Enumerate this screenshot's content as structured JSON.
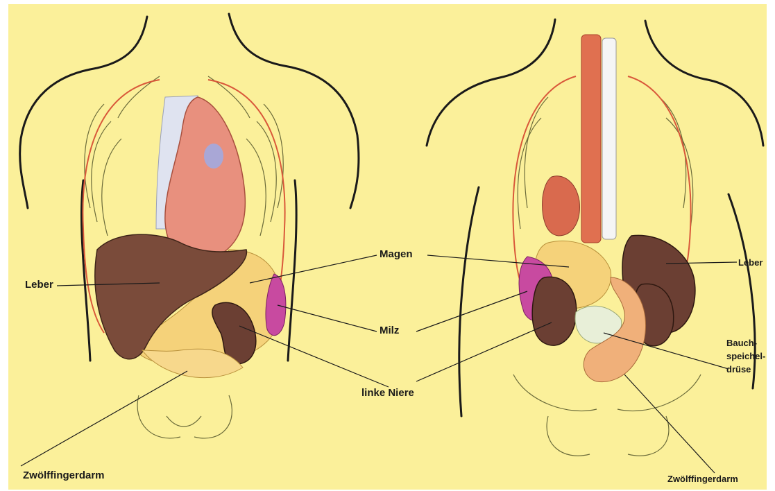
{
  "labels": {
    "magen": "Magen",
    "leber_left": "Leber",
    "leber_right": "Leber",
    "milz": "Milz",
    "linke_niere": "linke Niere",
    "zwoelffingerdarm_left": "Zwölffingerdarm",
    "zwoelffingerdarm_right": "Zwölffingerdarm",
    "bauch": "Bauch-",
    "speichel": "speichel-",
    "druese": "drüse"
  },
  "colors": {
    "background": "#fbf09a",
    "outline": "#1a1a1a",
    "liver": "#7a4b3a",
    "heart": "#e8907e",
    "lung_vessel": "#d9583a",
    "spleen": "#c84aa0",
    "kidney": "#6b3f33",
    "stomach": "#f5d27a",
    "pancreas": "#e8efd8",
    "trachea": "#dfe3f0"
  }
}
